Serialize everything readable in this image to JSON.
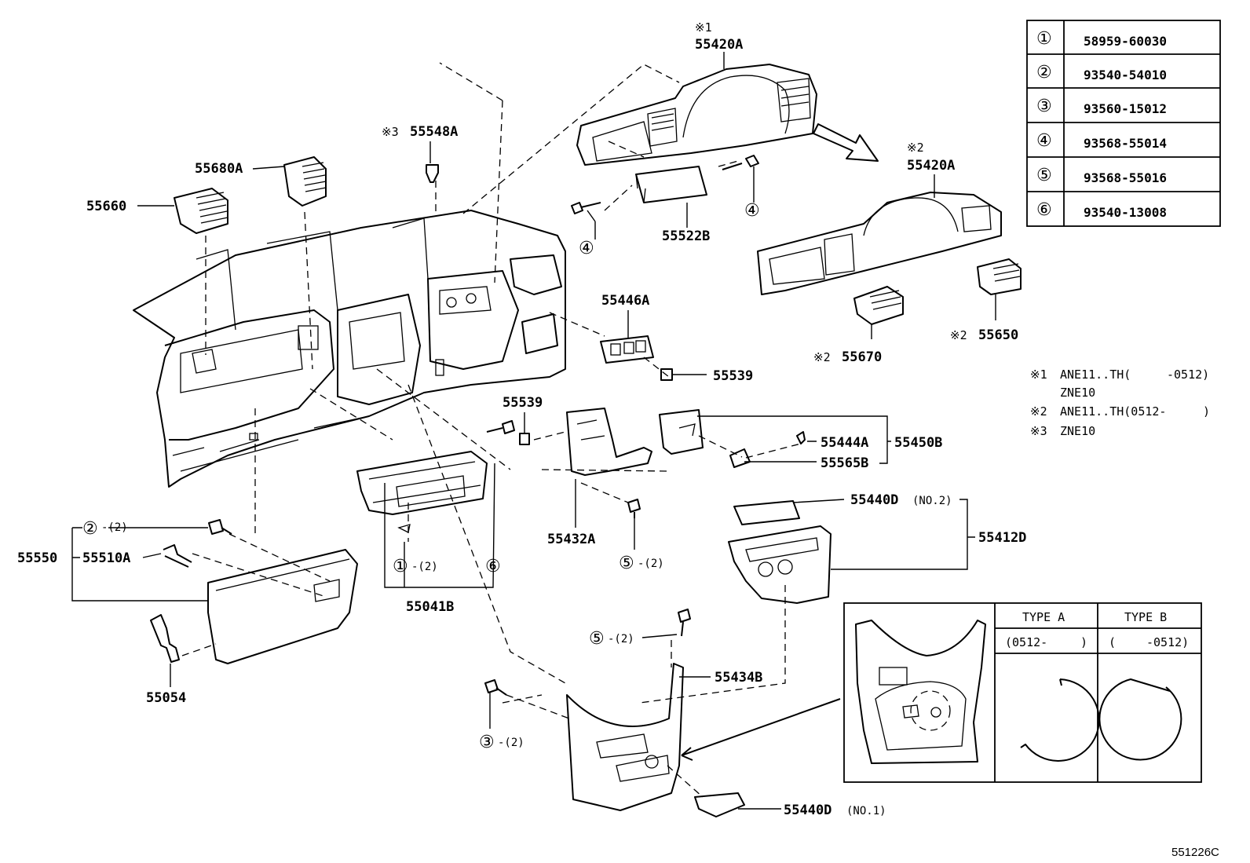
{
  "parts": {
    "p55420a_top": "55420A",
    "p55420a_right": "55420A",
    "p55548a": "55548A",
    "p55680a": "55680A",
    "p55660": "55660",
    "p55522b": "55522B",
    "p55446a": "55446A",
    "p55539_a": "55539",
    "p55539_b": "55539",
    "p55670": "55670",
    "p55650": "55650",
    "p55444a": "55444A",
    "p55450b": "55450B",
    "p55565b": "55565B",
    "p55440d_no2": "55440D",
    "p55412d": "55412D",
    "p55432a": "55432A",
    "p55550": "55550",
    "p55510a": "55510A",
    "p55041b": "55041B",
    "p55054": "55054",
    "p55434b": "55434B",
    "p55440d_no1": "55440D"
  },
  "qualifiers": {
    "no2": "(NO.2)",
    "no1": "(NO.1)"
  },
  "marks": {
    "m1": "※1",
    "m2_top": "※2",
    "m2_a": "※2",
    "m2_b": "※2",
    "m3": "※3"
  },
  "callouts": {
    "c4_left": "④",
    "c4_right": "④",
    "c1": "①",
    "c1_qty": "-(2)",
    "c2": "②",
    "c2_qty": "-(2)",
    "c3": "③",
    "c3_qty": "-(2)",
    "c5_a": "⑤",
    "c5_a_qty": "-(2)",
    "c5_b": "⑤",
    "c5_b_qty": "-(2)",
    "c6": "⑥"
  },
  "legend_table": [
    {
      "symbol": "①",
      "part_no": "58959-60030"
    },
    {
      "symbol": "②",
      "part_no": "93540-54010"
    },
    {
      "symbol": "③",
      "part_no": "93560-15012"
    },
    {
      "symbol": "④",
      "part_no": "93568-55014"
    },
    {
      "symbol": "⑤",
      "part_no": "93568-55016"
    },
    {
      "symbol": "⑥",
      "part_no": "93540-13008"
    }
  ],
  "notes": {
    "n1_mark": "※1",
    "n1_a": "ANE11..TH(",
    "n1_b": "-0512)",
    "n1_c": "ZNE10",
    "n2_mark": "※2",
    "n2_a": "ANE11..TH(0512-",
    "n2_b": ")",
    "n3_mark": "※3",
    "n3_a": "ZNE10"
  },
  "type_table": {
    "type_a": "TYPE A",
    "type_b": "TYPE B",
    "range_a_left": "(0512-",
    "range_a_right": ")",
    "range_b_left": "(",
    "range_b_right": "-0512)"
  },
  "figure_code": "551226C"
}
